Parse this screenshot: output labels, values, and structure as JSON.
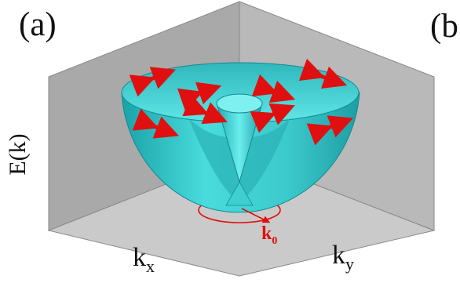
{
  "figure": {
    "panel_label": "(a)",
    "panel_label_b": "(b",
    "y_axis_label": "E(k)",
    "x_axis_label": "k",
    "x_axis_sub": "x",
    "y2_axis_label": "k",
    "y2_axis_sub": "y",
    "circle_label": "k",
    "circle_label_sub": "0"
  },
  "colors": {
    "wall_back": "#a9a9a9",
    "wall_right": "#b8b8b8",
    "floor": "#c9c9c9",
    "surface": "#40d2d2",
    "surface_dark": "#179aa0",
    "arrow": "#e01010"
  }
}
